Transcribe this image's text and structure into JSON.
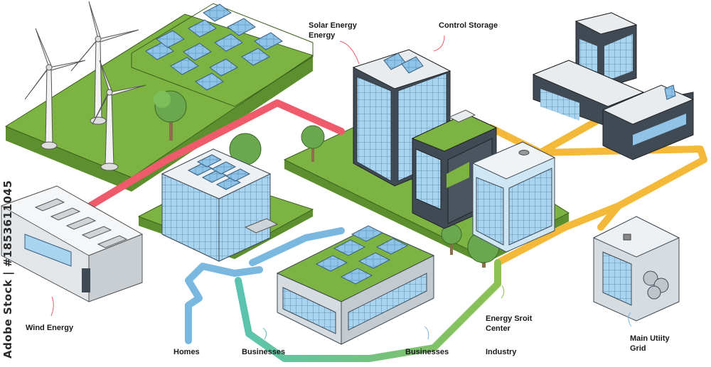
{
  "labels": {
    "solar_energy": "Solar Energy",
    "energy": "Energy",
    "control_storage": "Control Storage",
    "wind_energy": "Wind Energy",
    "homes": "Homes",
    "businesses_1": "Businesses",
    "businesses_2": "Businesses",
    "energy_sroit": "Energy Sroit",
    "center": "Center",
    "industry": "Industry",
    "main_utility": "Main Utiity",
    "grid": "Grid"
  },
  "watermark": {
    "stock_id": "Adobe Stock | #1853611045"
  },
  "colors": {
    "grass": "#7cb342",
    "grass_dark": "#5d8f2e",
    "glass": "#a9d4f0",
    "glass_dark": "#5f9dc8",
    "wall_dark": "#3f4a55",
    "wall_light": "#e8ecef",
    "line_red": "#ef5b6a",
    "line_yellow": "#f5b93a",
    "line_blue": "#7ab8e0",
    "line_teal": "#5bc4b0",
    "line_green": "#8cc152"
  }
}
